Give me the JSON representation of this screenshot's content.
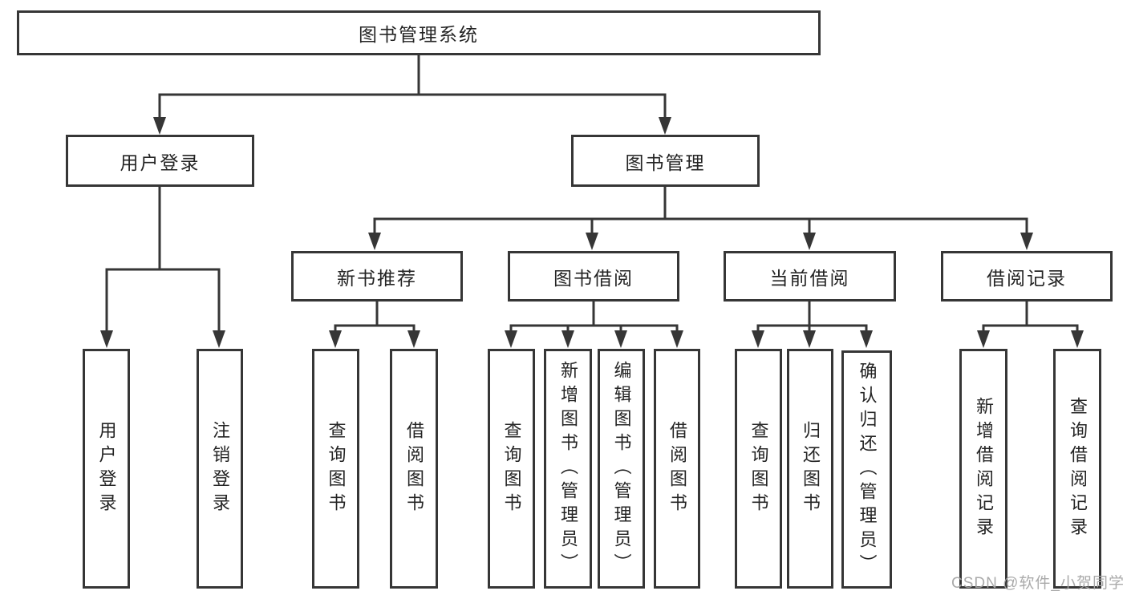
{
  "diagram": {
    "root": "图书管理系统",
    "level2": {
      "user_login": "用户登录",
      "book_management": "图书管理"
    },
    "level3": {
      "new_book_recommendation": "新书推荐",
      "book_borrowing": "图书借阅",
      "current_borrowing": "当前借阅",
      "borrowing_records": "借阅记录"
    },
    "leaves": {
      "user_login": [
        "用户登录",
        "注销登录"
      ],
      "new_book_recommendation": [
        "查询图书",
        "借阅图书"
      ],
      "book_borrowing": [
        "查询图书",
        "新增图书（管理员）",
        "编辑图书（管理员）",
        "借阅图书"
      ],
      "current_borrowing": [
        "查询图书",
        "归还图书",
        "确认归还（管理员）"
      ],
      "borrowing_records": [
        "新增借阅记录",
        "查询借阅记录"
      ]
    }
  },
  "watermark": "CSDN @软件_小贺同学",
  "colors": {
    "line": "#363636",
    "box_border": "#363636",
    "text": "#242424",
    "watermark": "#a5a5a5",
    "background": "#ffffff"
  }
}
